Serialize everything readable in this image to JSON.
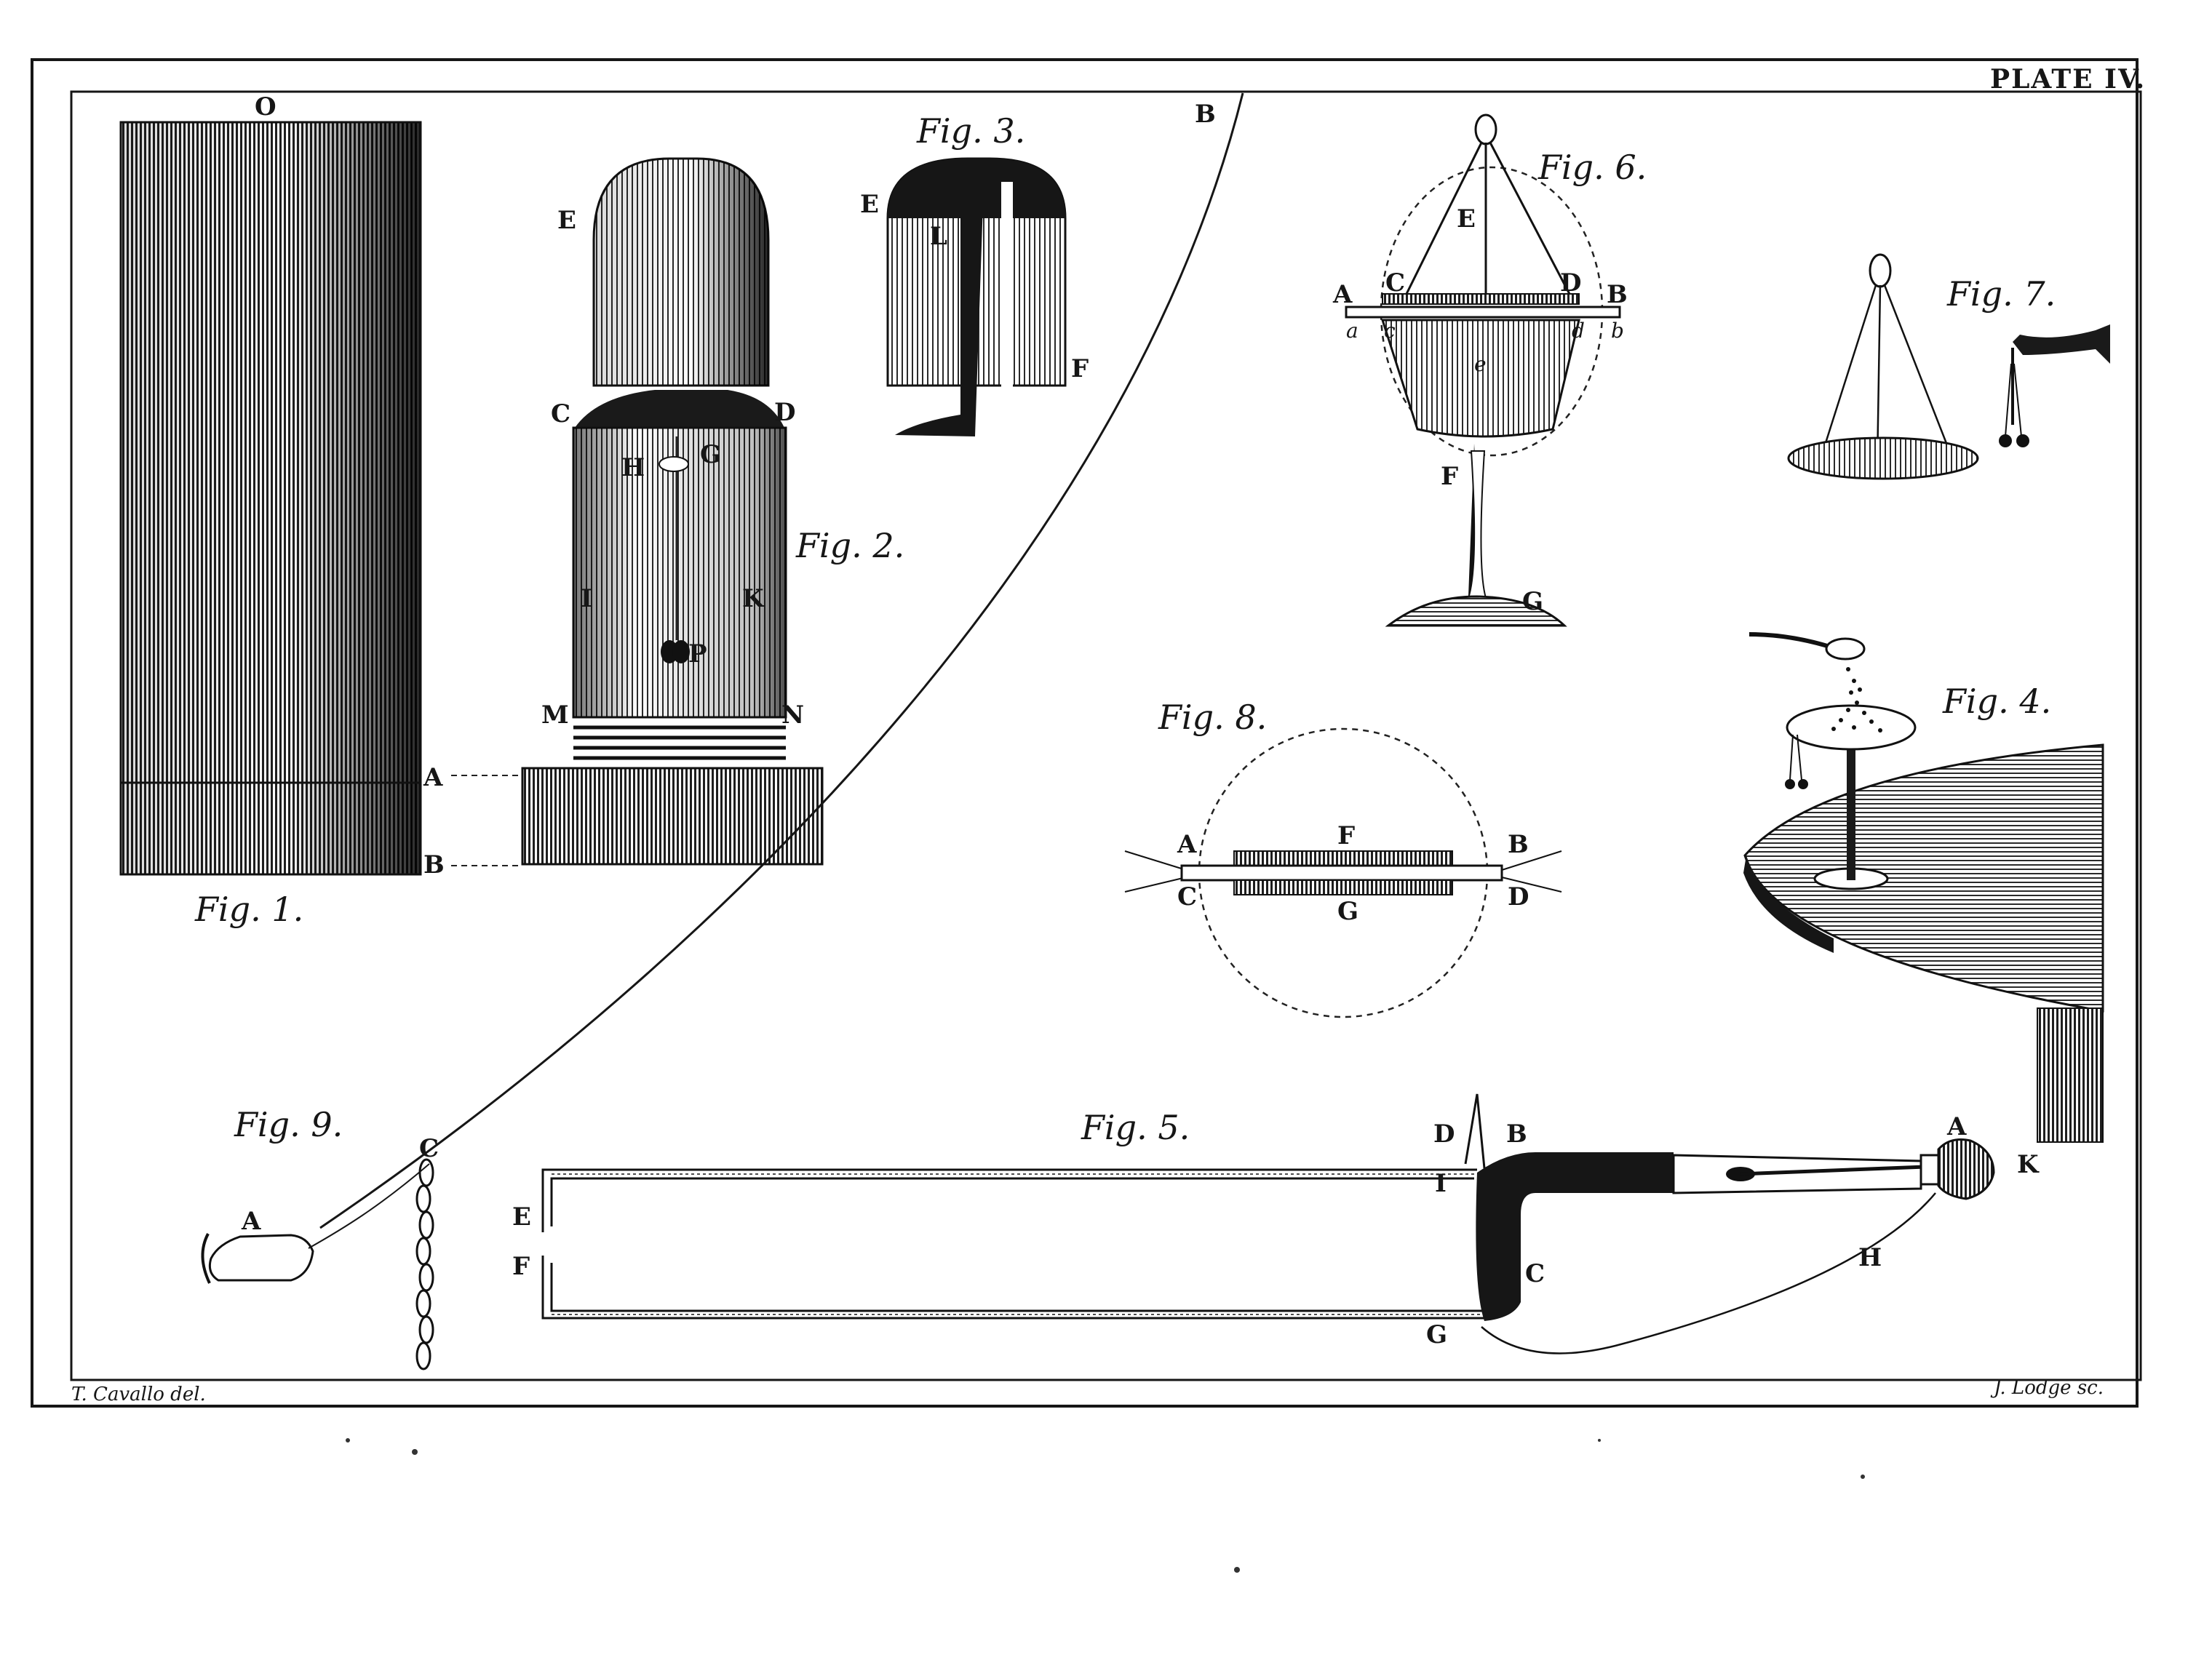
{
  "plate": {
    "title": "PLATE IV.",
    "credit_left": "T. Cavallo del.",
    "credit_right": "J. Lodge sc."
  },
  "ink": {
    "line": "#161616",
    "paper": "#ffffff",
    "shade": "#2a2a2a"
  },
  "captions": {
    "fig1": "Fig. 1.",
    "fig2": "Fig. 2.",
    "fig3": "Fig. 3.",
    "fig4": "Fig. 4.",
    "fig5": "Fig. 5.",
    "fig6": "Fig. 6.",
    "fig7": "Fig. 7.",
    "fig8": "Fig. 8.",
    "fig9": "Fig. 9."
  },
  "labels": {
    "fig1": {
      "o": "O",
      "a": "A",
      "b": "B"
    },
    "curve": {
      "b": "B",
      "c": "C"
    },
    "fig2": {
      "e": "E",
      "c": "C",
      "d": "D",
      "h": "H",
      "g": "G",
      "i": "I",
      "k": "K",
      "p": "P",
      "m": "M",
      "n": "N"
    },
    "fig3": {
      "e": "E",
      "l": "L",
      "f": "F"
    },
    "fig6": {
      "e": "E",
      "a": "A",
      "b": "B",
      "c": "C",
      "d": "D",
      "a_lc": "a",
      "b_lc": "b",
      "c_lc": "c",
      "d_lc": "d",
      "e_lc": "e",
      "f": "F",
      "g": "G"
    },
    "fig8": {
      "a": "A",
      "b": "B",
      "c": "C",
      "d": "D",
      "f": "F",
      "g": "G"
    },
    "fig5": {
      "d": "D",
      "b": "B",
      "i": "I",
      "c": "C",
      "g": "G",
      "e": "E",
      "f": "F",
      "a": "A",
      "k": "K",
      "h": "H"
    },
    "fig9": {
      "a": "A"
    }
  }
}
